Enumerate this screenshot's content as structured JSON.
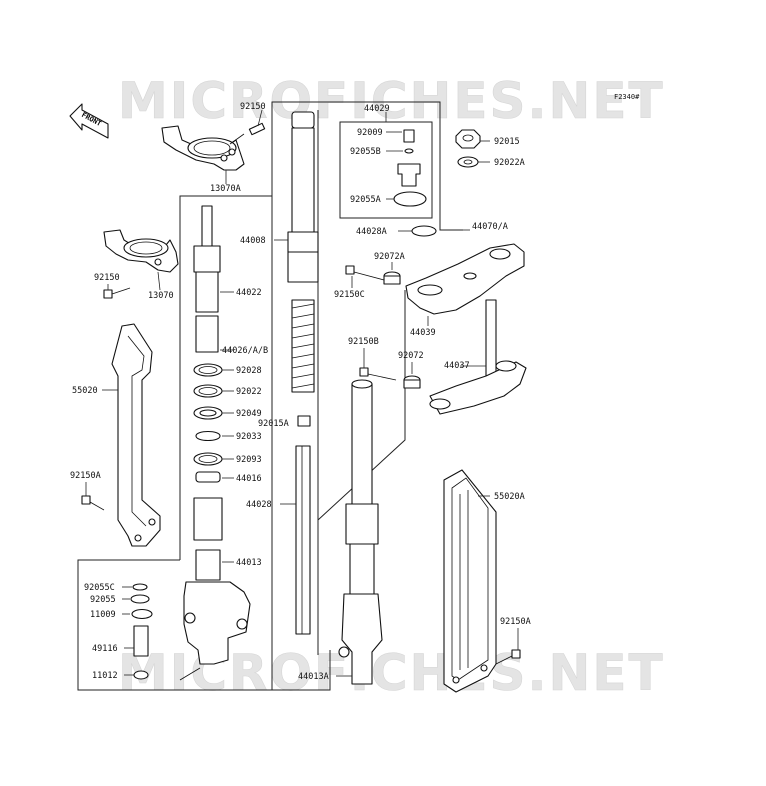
{
  "diagram": {
    "code": "F2340#",
    "front_label": "FRONT",
    "watermark": "MICROFICHES.NET"
  },
  "labels": [
    {
      "id": "92150-top",
      "text": "92150"
    },
    {
      "id": "13070A",
      "text": "13070A"
    },
    {
      "id": "92150-mid",
      "text": "92150"
    },
    {
      "id": "13070",
      "text": "13070"
    },
    {
      "id": "55020",
      "text": "55020"
    },
    {
      "id": "92150A-left",
      "text": "92150A"
    },
    {
      "id": "44029",
      "text": "44029"
    },
    {
      "id": "92009",
      "text": "92009"
    },
    {
      "id": "92055B",
      "text": "92055B"
    },
    {
      "id": "92055A",
      "text": "92055A"
    },
    {
      "id": "44028A",
      "text": "44028A"
    },
    {
      "id": "44070A",
      "text": "44070/A"
    },
    {
      "id": "92015",
      "text": "92015"
    },
    {
      "id": "92022A",
      "text": "92022A"
    },
    {
      "id": "44008",
      "text": "44008"
    },
    {
      "id": "44022",
      "text": "44022"
    },
    {
      "id": "44026",
      "text": "44026/A/B"
    },
    {
      "id": "92028",
      "text": "92028"
    },
    {
      "id": "92022",
      "text": "92022"
    },
    {
      "id": "92049",
      "text": "92049"
    },
    {
      "id": "92033",
      "text": "92033"
    },
    {
      "id": "92093",
      "text": "92093"
    },
    {
      "id": "44016",
      "text": "44016"
    },
    {
      "id": "44028",
      "text": "44028"
    },
    {
      "id": "44013",
      "text": "44013"
    },
    {
      "id": "92015A",
      "text": "92015A"
    },
    {
      "id": "92072A",
      "text": "92072A"
    },
    {
      "id": "92150C",
      "text": "92150C"
    },
    {
      "id": "44039",
      "text": "44039"
    },
    {
      "id": "92150B",
      "text": "92150B"
    },
    {
      "id": "92072",
      "text": "92072"
    },
    {
      "id": "44037",
      "text": "44037"
    },
    {
      "id": "55020A",
      "text": "55020A"
    },
    {
      "id": "92150A-right",
      "text": "92150A"
    },
    {
      "id": "92055C",
      "text": "92055C"
    },
    {
      "id": "92055",
      "text": "92055"
    },
    {
      "id": "11009",
      "text": "11009"
    },
    {
      "id": "49116",
      "text": "49116"
    },
    {
      "id": "11012",
      "text": "11012"
    },
    {
      "id": "44013A",
      "text": "44013A"
    }
  ]
}
